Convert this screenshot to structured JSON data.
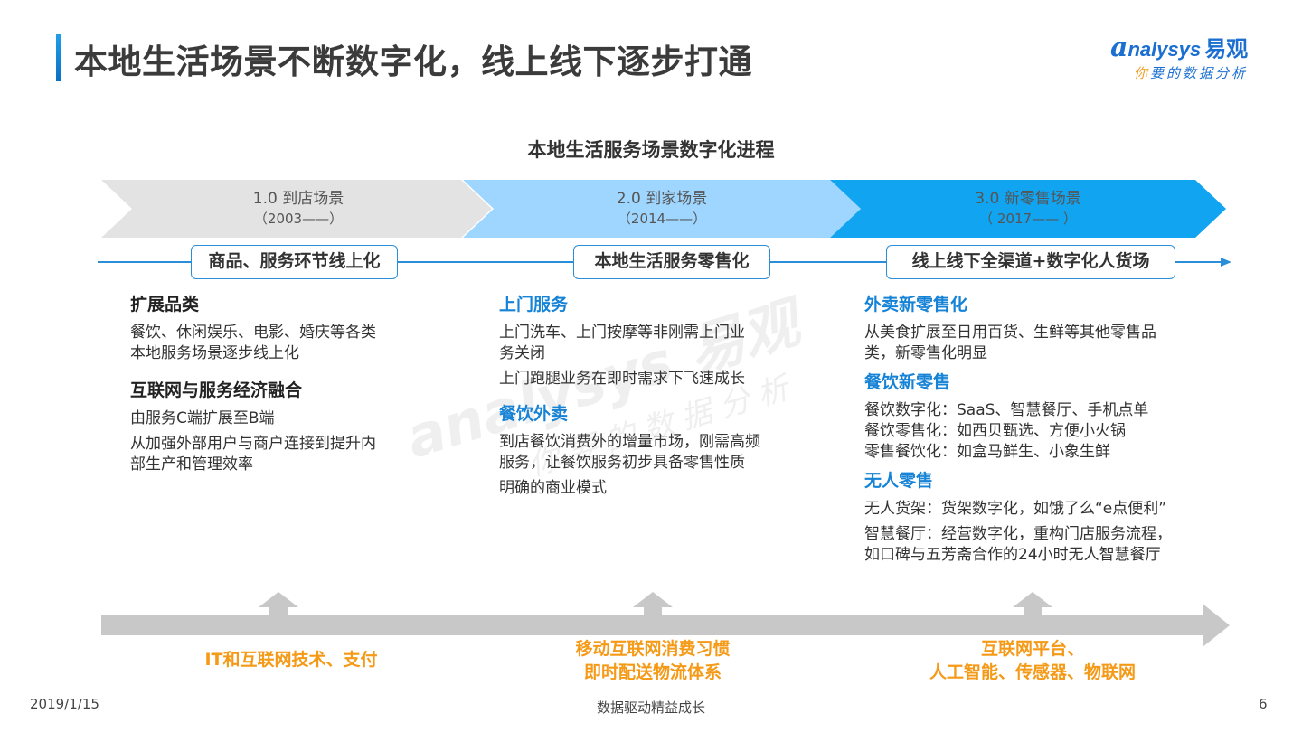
{
  "header": {
    "title": "本地生活场景不断数字化，线上线下逐步打通",
    "logo_a": "a",
    "logo_word": "nalysys",
    "logo_cn": "易观",
    "logo_sub_first": "你",
    "logo_sub_rest": "要的数据分析"
  },
  "chart_title": "本地生活服务场景数字化进程",
  "stages": [
    {
      "name": "1.0 到店场景",
      "years": "（2003——）",
      "color": "#e3e3e3"
    },
    {
      "name": "2.0 到家场景",
      "years": "（2014——）",
      "color": "#9fd6ff"
    },
    {
      "name": "3.0 新零售场景",
      "years": "（ 2017—— ）",
      "color": "#10a4f1"
    }
  ],
  "milestones": [
    "商品、服务环节线上化",
    "本地生活服务零售化",
    "线上线下全渠道+数字化人货场"
  ],
  "columns": [
    {
      "style": "dark",
      "sections": [
        {
          "heading": "扩展品类",
          "paras": [
            [
              "餐饮、休闲娱乐、电影、婚庆等各类",
              "本地服务场景逐步线上化"
            ]
          ]
        },
        {
          "heading": "互联网与服务经济融合",
          "paras": [
            [
              "由服务C端扩展至B端"
            ],
            [
              "从加强外部用户与商户连接到提升内",
              "部生产和管理效率"
            ]
          ]
        }
      ]
    },
    {
      "style": "blue",
      "sections": [
        {
          "heading": "上门服务",
          "paras": [
            [
              "上门洗车、上门按摩等非刚需上门业",
              "务关闭"
            ],
            [
              "上门跑腿业务在即时需求下飞速成长"
            ]
          ]
        },
        {
          "heading": "餐饮外卖",
          "paras": [
            [
              "到店餐饮消费外的增量市场，刚需高频",
              "服务，让餐饮服务初步具备零售性质"
            ],
            [
              "明确的商业模式"
            ]
          ]
        }
      ]
    },
    {
      "style": "blue",
      "sections": [
        {
          "heading": "外卖新零售化",
          "paras": [
            [
              "从美食扩展至日用百货、生鲜等其他零售品",
              "类，新零售化明显"
            ]
          ]
        },
        {
          "heading": "餐饮新零售",
          "paras": [
            [
              "餐饮数字化：SaaS、智慧餐厅、手机点单",
              "餐饮零售化：如西贝甄选、方便小火锅",
              "零售餐饮化：如盒马鲜生、小象生鲜"
            ]
          ]
        },
        {
          "heading": "无人零售",
          "paras": [
            [
              "无人货架：货架数字化，如饿了么“e点便利”"
            ],
            [
              "智慧餐厅：经营数字化，重构门店服务流程，",
              "如口碑与五芳斋合作的24小时无人智慧餐厅"
            ]
          ]
        }
      ]
    }
  ],
  "drivers": [
    [
      "IT和互联网技术、支付"
    ],
    [
      "移动互联网消费习惯",
      "即时配送物流体系"
    ],
    [
      "互联网平台、",
      "人工智能、传感器、物联网"
    ]
  ],
  "watermark": {
    "big": "analysys 易观",
    "sub": "你要的数据分析"
  },
  "footer": {
    "date": "2019/1/15",
    "center": "数据驱动精益成长",
    "page": "6"
  },
  "colors": {
    "accent_blue": "#1683d6",
    "driver_orange": "#f59a17",
    "gray_arrow": "#c8c8c8"
  }
}
